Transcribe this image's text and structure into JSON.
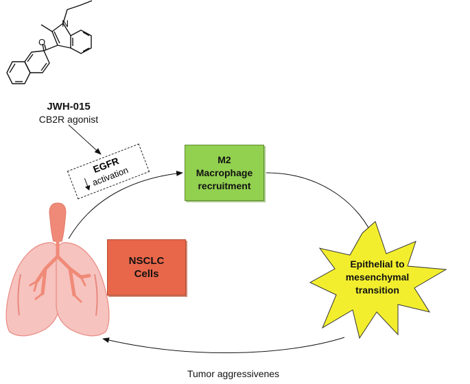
{
  "compound": {
    "name": "JWH-015",
    "description": "CB2R agonist"
  },
  "egfr": {
    "title": "EGFR",
    "subtitle": "activation"
  },
  "m2": {
    "line1": "M2",
    "line2": "Macrophage",
    "line3": "recruitment"
  },
  "nsclc": {
    "line1": "NSCLC",
    "line2": "Cells"
  },
  "emt": {
    "line1": "Epithelial to",
    "line2": "mesenchymal",
    "line3": "transition"
  },
  "footer": {
    "caption": "Tumor aggressivenes"
  },
  "colors": {
    "m2_fill": "#92d050",
    "nsclc_fill": "#e8674a",
    "emt_fill": "#f2ee2e",
    "lung_fill": "#f6c3bf",
    "lung_stroke": "#e8897f",
    "airway_fill": "#f08a78"
  },
  "icons": {
    "molecule": "jwh-015-structure",
    "organ": "lungs-icon"
  }
}
